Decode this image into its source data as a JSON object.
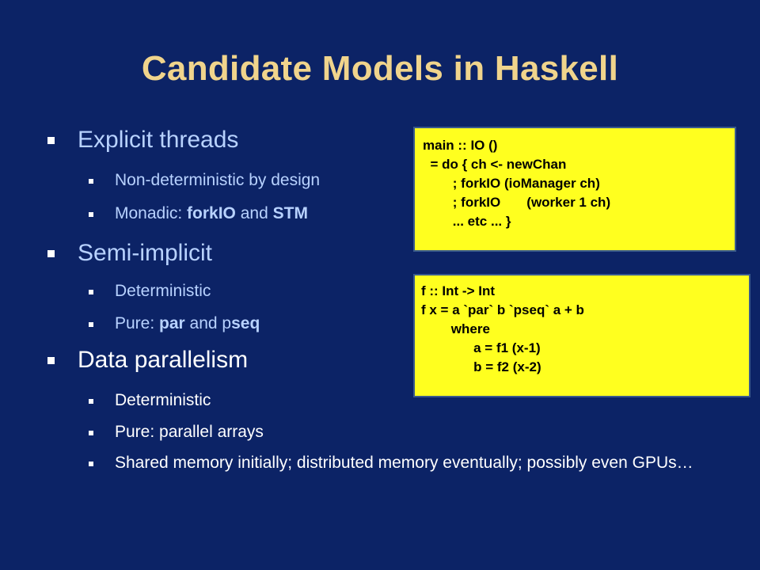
{
  "title": "Candidate Models in Haskell",
  "sections": [
    {
      "heading": "Explicit  threads",
      "items": [
        {
          "prefix": "Non-deterministic by design",
          "b1": "",
          "mid": "",
          "b2": ""
        },
        {
          "prefix": "Monadic: ",
          "b1": "forkIO",
          "mid": " and ",
          "b2": "STM"
        }
      ]
    },
    {
      "heading": "Semi-implicit",
      "items": [
        {
          "prefix": "Deterministic",
          "b1": "",
          "mid": "",
          "b2": ""
        },
        {
          "prefix": "Pure: ",
          "b1": "par",
          "mid": " and p",
          "b2": "seq"
        }
      ]
    },
    {
      "heading": "Data parallelism",
      "items": [
        {
          "text": "Deterministic"
        },
        {
          "text": "Pure: parallel arrays"
        },
        {
          "text": "Shared memory initially; distributed memory eventually; possibly even GPUs…"
        }
      ]
    }
  ],
  "code_blocks": [
    "main :: IO ()\n  = do { ch <- newChan\n        ; forkIO (ioManager ch)\n        ; forkIO       (worker 1 ch)\n        ... etc ... }",
    "f :: Int -> Int\nf x = a `par` b `pseq` a + b\n        where\n              a = f1 (x-1)\n              b = f2 (x-2)"
  ],
  "colors": {
    "background": "#0c2366",
    "title": "#f0d48c",
    "level1_text": "#b8d2ff",
    "level2_text": "#b8d2ff",
    "highlight_text": "#ffffff",
    "code_background": "#ffff1f"
  }
}
